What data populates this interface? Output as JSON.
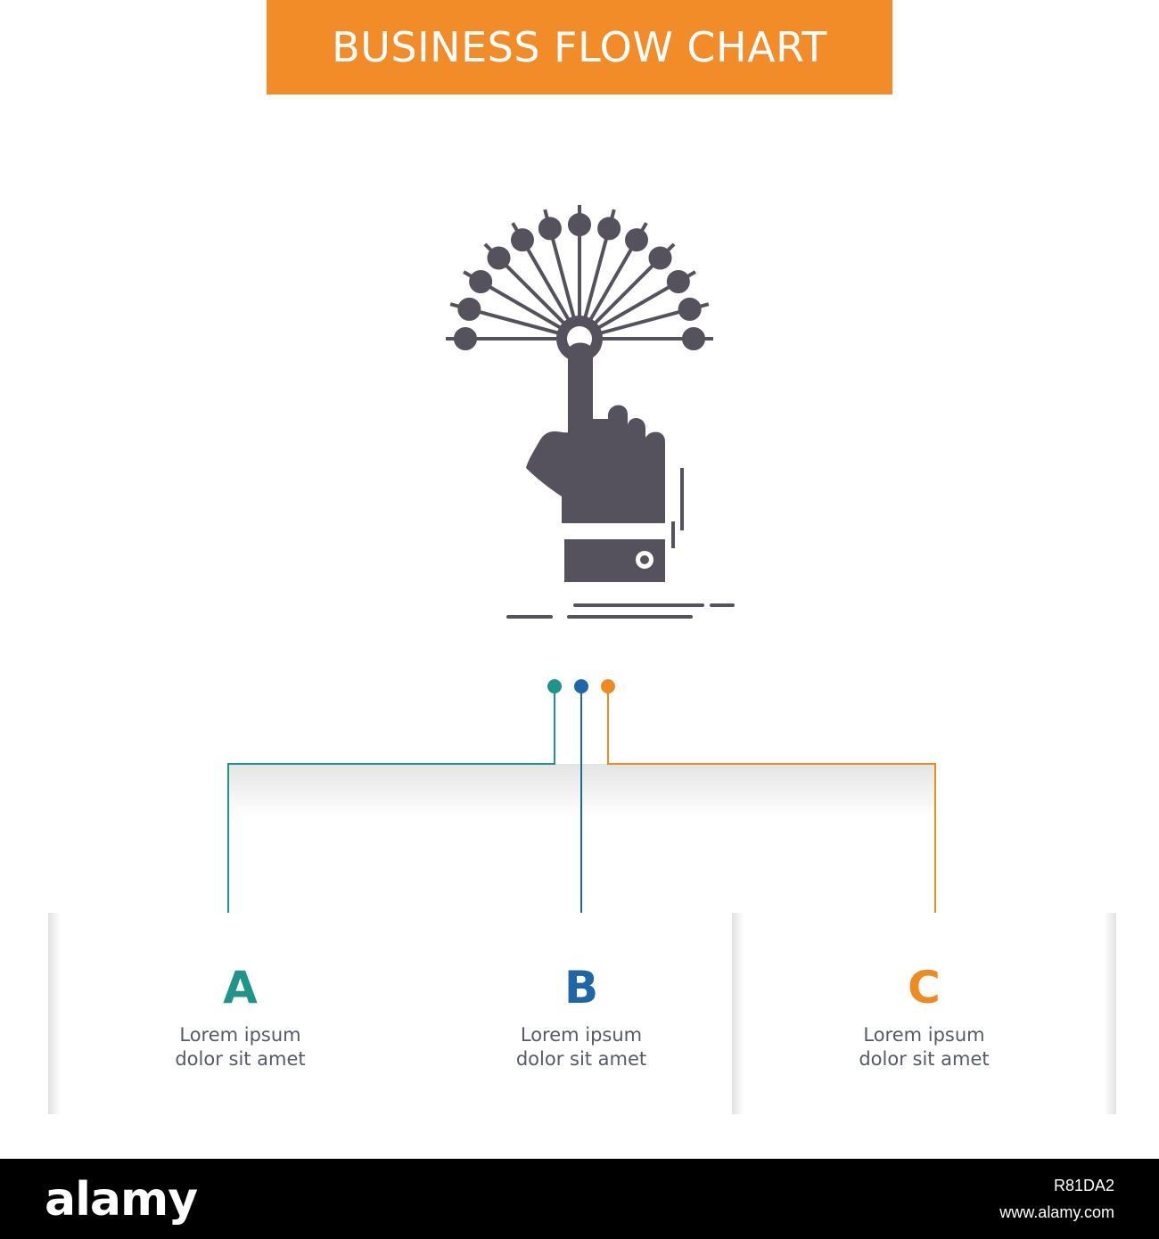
{
  "title": "BUSINESS FLOW CHART",
  "colors": {
    "banner": "#f28c28",
    "icon": "#55525e",
    "branch_a": "#1f9488",
    "branch_b": "#1e66a6",
    "branch_c": "#ee8a22",
    "body_text": "#555a66"
  },
  "hero_icon": "hand-touching-network-icon",
  "steps": [
    {
      "letter": "A",
      "line1": "Lorem ipsum",
      "line2": "dolor sit amet"
    },
    {
      "letter": "B",
      "line1": "Lorem ipsum",
      "line2": "dolor sit amet"
    },
    {
      "letter": "C",
      "line1": "Lorem ipsum",
      "line2": "dolor sit amet"
    }
  ],
  "footer": {
    "logo": "alamy",
    "image_id": "R81DA2",
    "url": "www.alamy.com"
  }
}
